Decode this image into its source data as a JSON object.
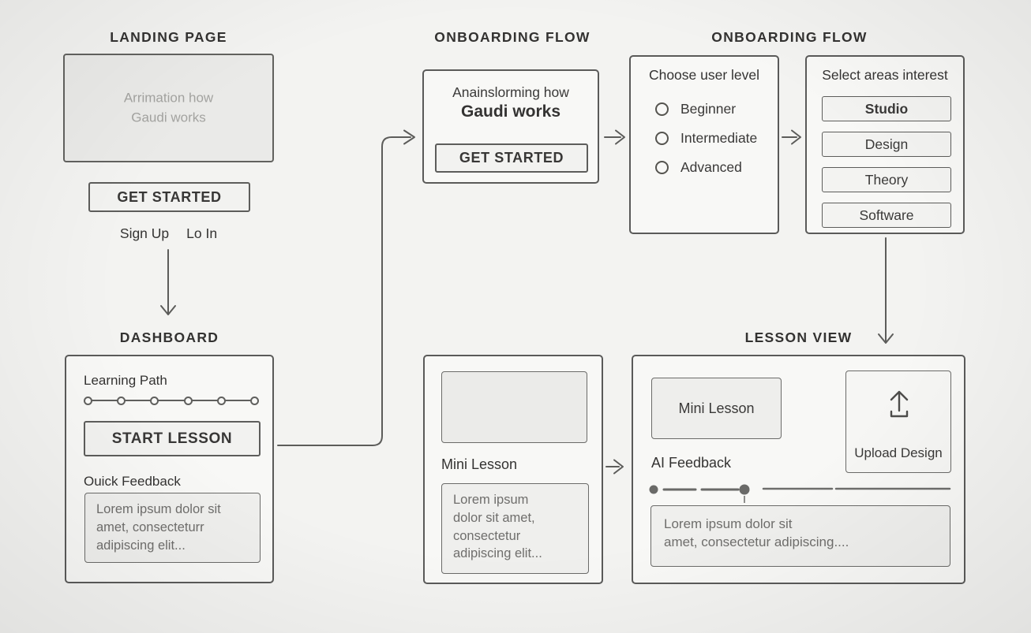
{
  "colors": {
    "background": "#f3f3f1",
    "card_fill": "#f8f8f6",
    "grey_fill": "#eaeae8",
    "stroke": "#5c5c5a",
    "text_dark": "#343332",
    "text_grey": "#a3a3a0"
  },
  "landing": {
    "heading": "LANDING PAGE",
    "hero_placeholder": "Arrimation how\nGaudi works",
    "get_started_label": "GET STARTED",
    "sign_up_label": "Sign Up",
    "log_in_label": "Lo In"
  },
  "onboarding_flow_1": {
    "heading": "ONBOARDING FLOW",
    "line1": "Anainslorming how",
    "line2": "Gaudi works",
    "get_started_label": "GET STARTED"
  },
  "onboarding_flow_2": {
    "heading": "ONBOARDING FLOW",
    "user_level": {
      "title": "Choose user level",
      "options": [
        {
          "label": "Beginner"
        },
        {
          "label": "Intermediate"
        },
        {
          "label": "Advanced"
        }
      ]
    },
    "areas": {
      "title": "Select areas interest",
      "buttons": [
        {
          "label": "Studio"
        },
        {
          "label": "Design"
        },
        {
          "label": "Theory"
        },
        {
          "label": "Software"
        }
      ]
    }
  },
  "dashboard": {
    "heading": "DASHBOARD",
    "learning_path_label": "Learning Path",
    "progress_steps": 6,
    "start_lesson_label": "START LESSON",
    "quick_feedback_label": "Ouick Feedback",
    "feedback_text": "Lorem ipsum dolor sit\namet, consecteturr\nadipiscing elit..."
  },
  "mini_lesson_screen": {
    "label": "Mini Lesson",
    "body_text": "Lorem ipsum\ndolor sit amet,\nconsectetur\nadipiscing elit..."
  },
  "lesson_view": {
    "heading": "LESSON VIEW",
    "mini_lesson_label": "Mini Lesson",
    "upload_label": "Upload Design",
    "ai_feedback_label": "AI Feedback",
    "feedback_text": "Lorem ipsum dolor sit\namet, consectetur adipiscing...."
  }
}
